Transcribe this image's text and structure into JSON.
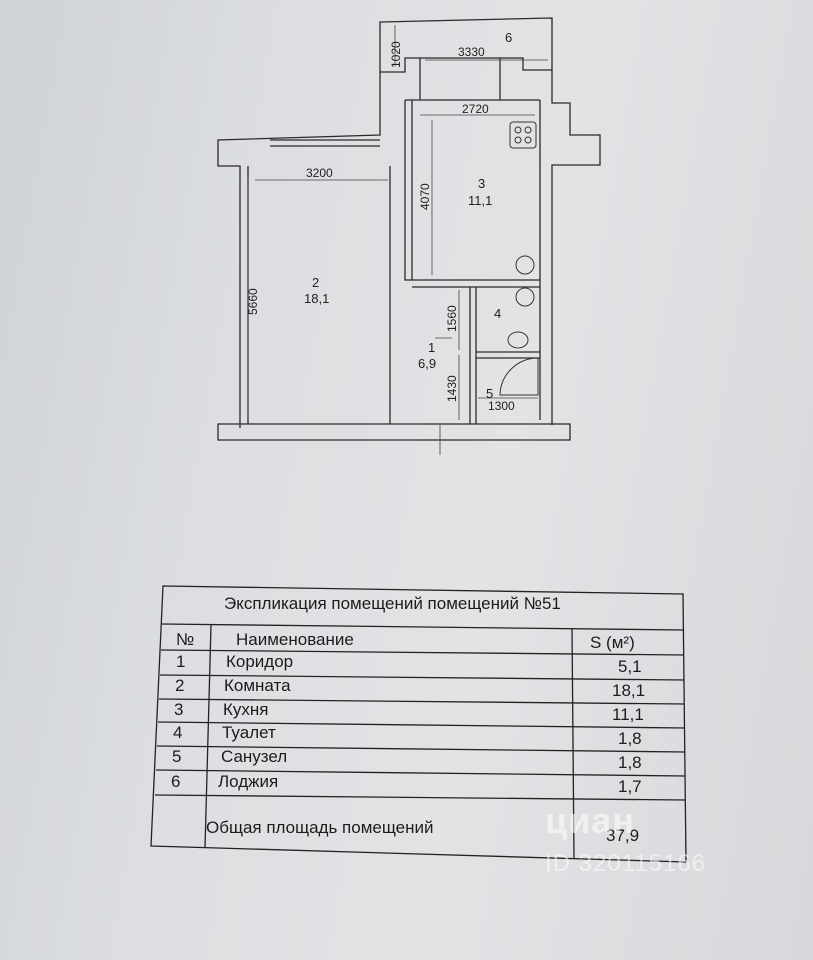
{
  "plan": {
    "dims": {
      "balcony_depth": "1020",
      "balcony_width": "3330",
      "kitchen_width": "2720",
      "kitchen_depth": "4070",
      "room_width": "3200",
      "room_depth": "5660",
      "toilet_depth": "1560",
      "bath_depth": "1430",
      "bath_width": "1300"
    },
    "rooms": [
      {
        "num": "1",
        "area": "6,9"
      },
      {
        "num": "2",
        "area": "18,1"
      },
      {
        "num": "3",
        "area": "11,1"
      },
      {
        "num": "4",
        "area": ""
      },
      {
        "num": "5",
        "area": ""
      },
      {
        "num": "6",
        "area": ""
      }
    ]
  },
  "table": {
    "title": "Экспликация помещений помещений №51",
    "headers": {
      "num": "№",
      "name": "Наименование",
      "area": "S (м²)"
    },
    "rows": [
      {
        "num": "1",
        "name": "Коридор",
        "area": "5,1"
      },
      {
        "num": "2",
        "name": "Комната",
        "area": "18,1"
      },
      {
        "num": "3",
        "name": "Кухня",
        "area": "11,1"
      },
      {
        "num": "4",
        "name": "Туалет",
        "area": "1,8"
      },
      {
        "num": "5",
        "name": "Санузел",
        "area": "1,8"
      },
      {
        "num": "6",
        "name": "Лоджия",
        "area": "1,7"
      }
    ],
    "total": {
      "label": "Общая площадь помещений",
      "area": "37,9"
    }
  },
  "watermark": {
    "brand": "циан",
    "id": "ID 320115166"
  },
  "colors": {
    "ink": "#1c1c1c",
    "wall_fill": "#e4e5e7",
    "paper": "#dcdee1"
  }
}
